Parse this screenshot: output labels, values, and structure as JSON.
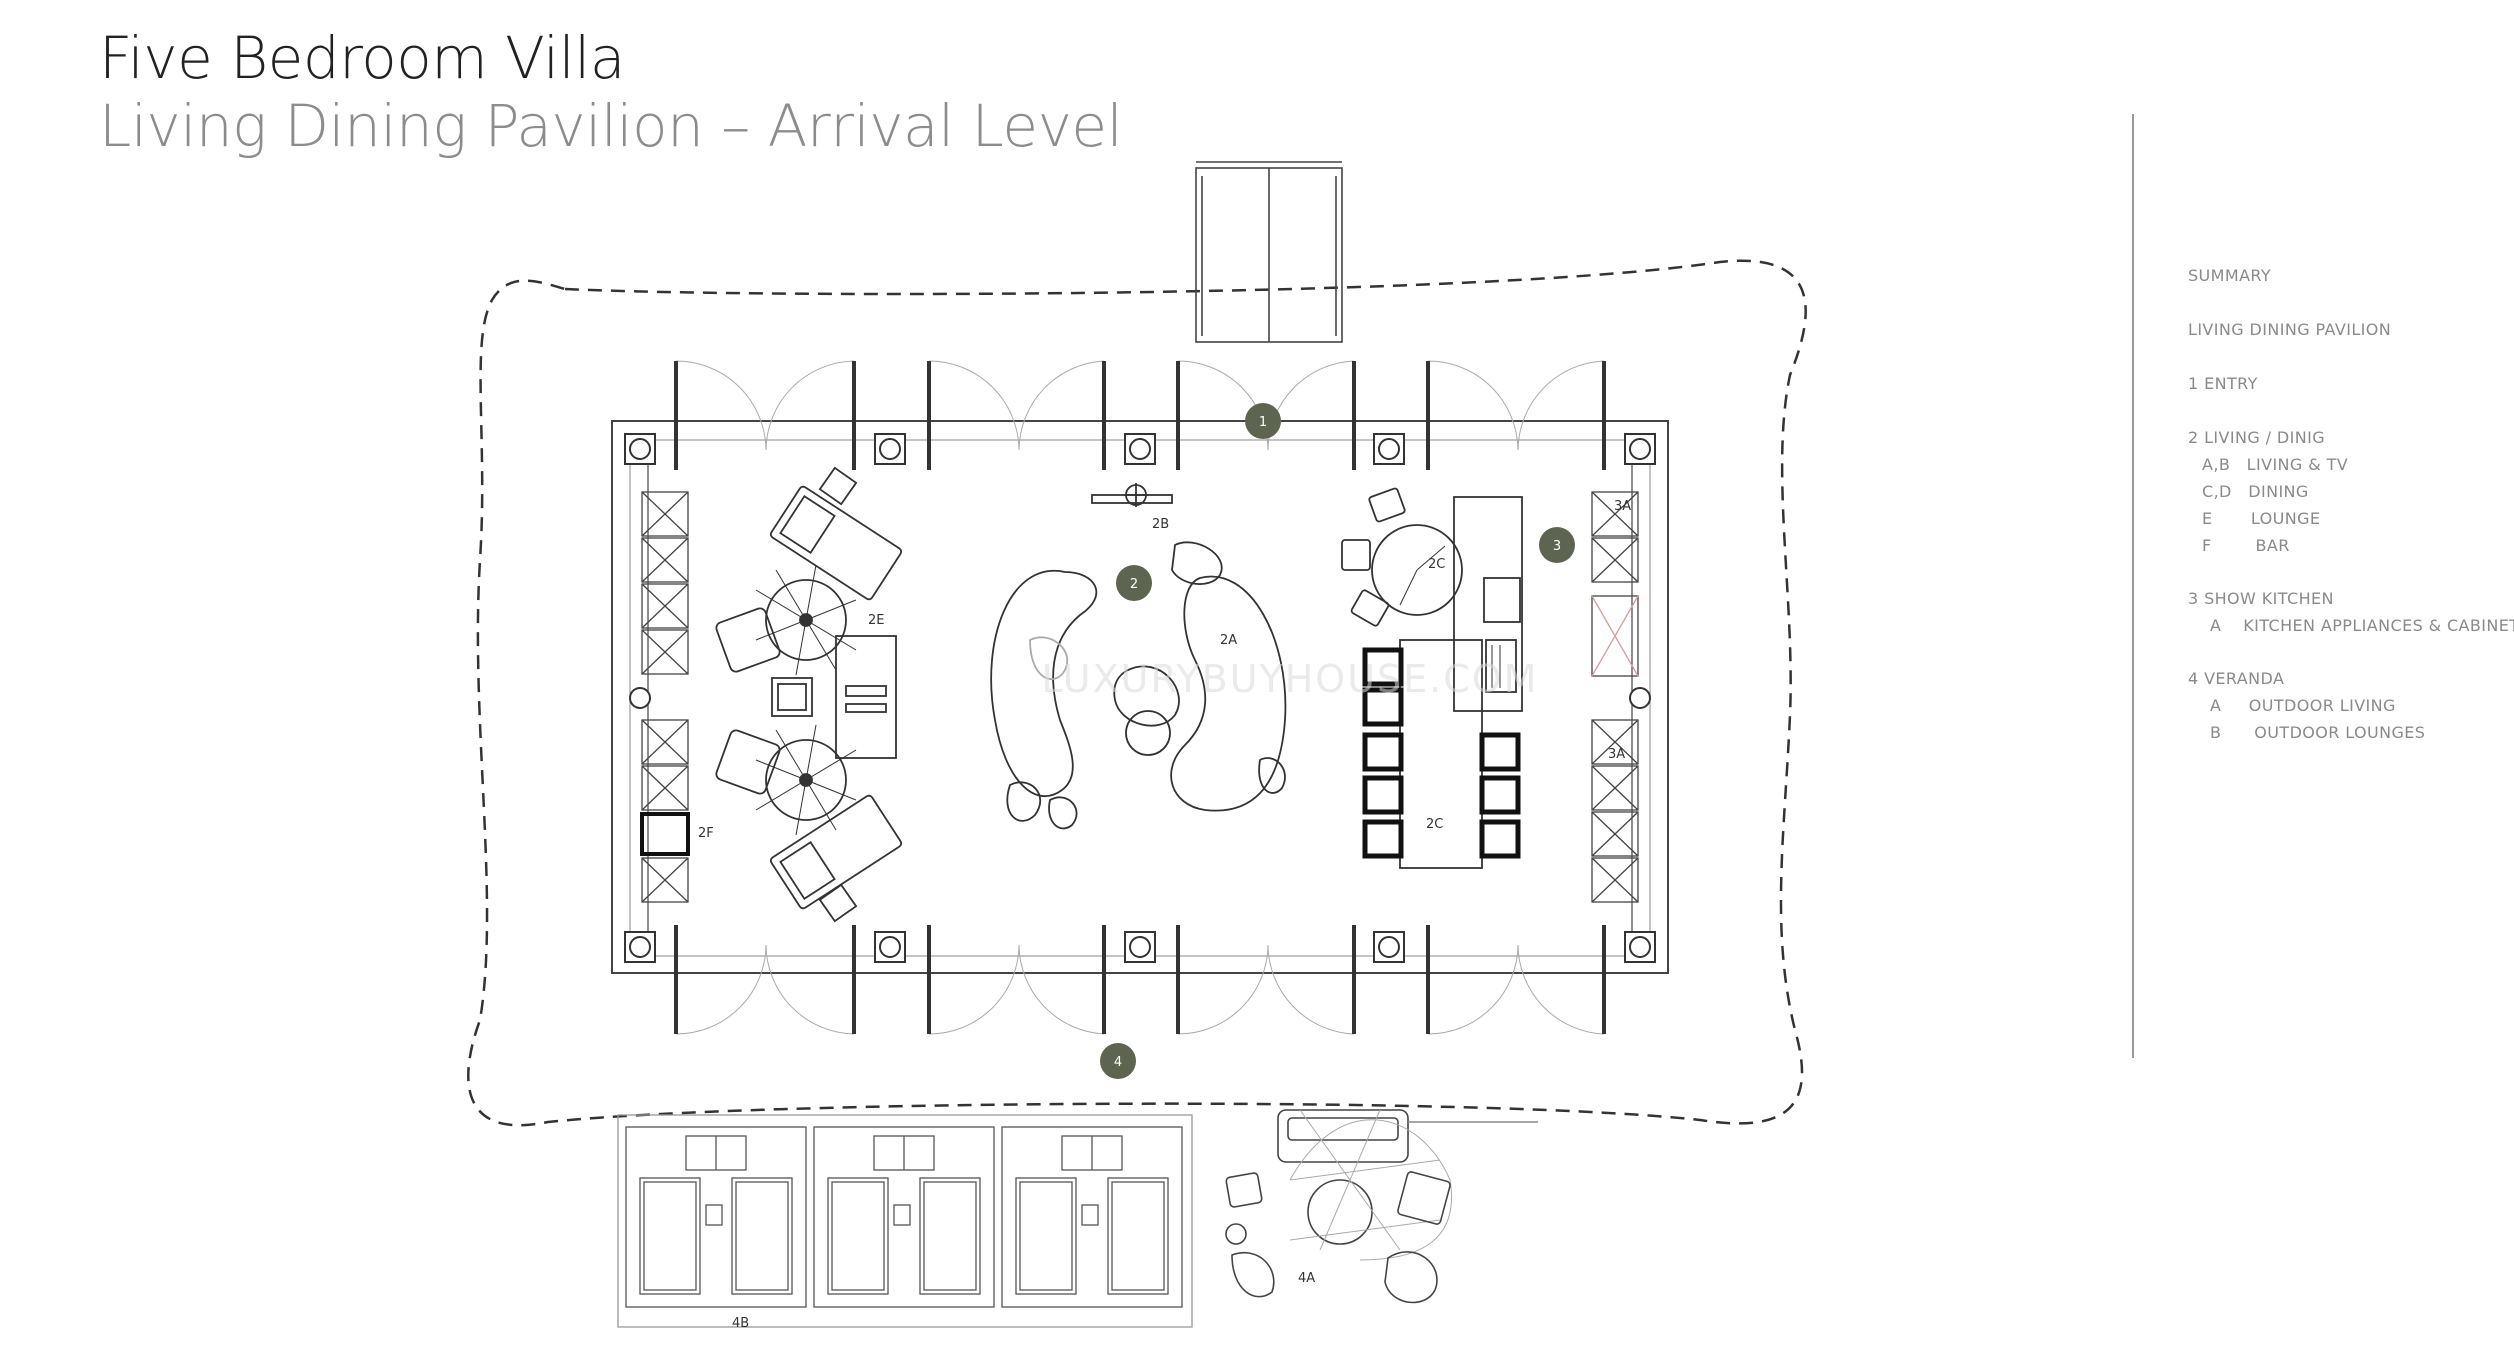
{
  "header": {
    "title": "Five Bedroom Villa",
    "subtitle": "Living Dining Pavilion – Arrival Level"
  },
  "legend": {
    "summary": "SUMMARY",
    "pavilion": "LIVING DINING PAVILION",
    "entry": "1 ENTRY",
    "living_dining": "2 LIVING / DINIG",
    "item_ab": "A,B   LIVING & TV",
    "item_cd": "C,D   DINING",
    "item_e": "E       LOUNGE",
    "item_f": "F        BAR",
    "show_kitchen": "3 SHOW KITCHEN",
    "kitchen_a": "A    KITCHEN APPLIANCES & CABINET",
    "veranda": "4 VERANDA",
    "veranda_a": "A     OUTDOOR LIVING",
    "veranda_b": "B      OUTDOOR LOUNGES"
  },
  "plan": {
    "markers": {
      "m1": "1",
      "m2": "2",
      "m3": "3",
      "m4": "4"
    },
    "labels": {
      "l2a": "2A",
      "l2b": "2B",
      "l2c_top": "2C",
      "l2c_bottom": "2C",
      "l2e": "2E",
      "l2f": "2F",
      "l3a_top": "3A",
      "l3a_mid": "3A",
      "l4a": "4A",
      "l4b": "4B"
    },
    "watermark": "LUXURYBUYHOUSE.COM",
    "colors": {
      "marker": "#5d6550",
      "line": "#333333",
      "light_line": "#9a9a9a"
    }
  }
}
